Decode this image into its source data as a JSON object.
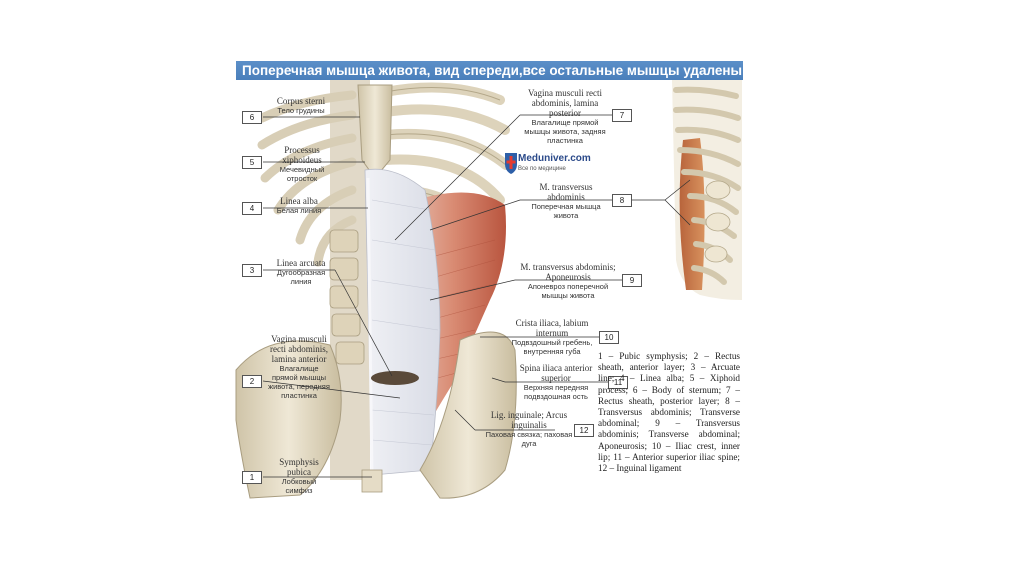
{
  "title": "Поперечная мышца живота, вид спереди,все остальные мышцы удалены",
  "logo": {
    "name": "Meduniver.com",
    "sub": "Все по медицине"
  },
  "labels": {
    "l6": {
      "num": "6",
      "latin": "Corpus sterni",
      "ru": "Тело грудины"
    },
    "l5": {
      "num": "5",
      "latin": "Processus xiphoideus",
      "ru": "Мечевидный отросток"
    },
    "l4": {
      "num": "4",
      "latin": "Linea alba",
      "ru": "Белая линия"
    },
    "l3": {
      "num": "3",
      "latin": "Linea arcuata",
      "ru": "Дугообразная линия"
    },
    "l2": {
      "num": "2",
      "latin": "Vagina musculi recti abdominis, lamina anterior",
      "ru": "Влагалище прямой мышцы живота, передняя пластинка"
    },
    "l1": {
      "num": "1",
      "latin": "Symphysis pubica",
      "ru": "Лобковый симфиз"
    },
    "l7": {
      "num": "7",
      "latin": "Vagina musculi recti abdominis, lamina posterior",
      "ru": "Влагалище прямой мышцы живота, задняя пластинка"
    },
    "l8": {
      "num": "8",
      "latin": "M. transversus abdominis",
      "ru": "Поперечная мышца живота"
    },
    "l9": {
      "num": "9",
      "latin": "M. transversus abdominis; Aponeurosis",
      "ru": "Апоневроз поперечной мышцы живота"
    },
    "l10": {
      "num": "10",
      "latin": "Crista iliaca, labium internum",
      "ru": "Подвздошный гребень, внутренняя губа"
    },
    "l11": {
      "num": "11",
      "latin": "Spina iliaca anterior superior",
      "ru": "Верхняя передняя подвздошная ость"
    },
    "l12": {
      "num": "12",
      "latin": "Lig. inguinale; Arcus inguinalis",
      "ru": "Паховая связка; паховая дуга"
    }
  },
  "legend": "1 – Pubic symphysis; 2 – Rectus sheath, anterior layer; 3 – Arcuate line; 4 – Linea alba; 5 – Xiphoid process; 6 – Body of sternum; 7 – Rectus sheath, posterior layer; 8 – Transversus abdominis; Transverse abdominal; 9 – Transversus abdominis; Transverse abdominal; Aponeurosis; 10 – Iliac crest, inner lip; 11 – Anterior superior iliac spine; 12 – Inguinal ligament",
  "colors": {
    "title_bar": "#4a7fbb",
    "muscle": "#c9705a",
    "aponeurosis": "#e3e6ee",
    "bone": "#e9e2cf"
  }
}
